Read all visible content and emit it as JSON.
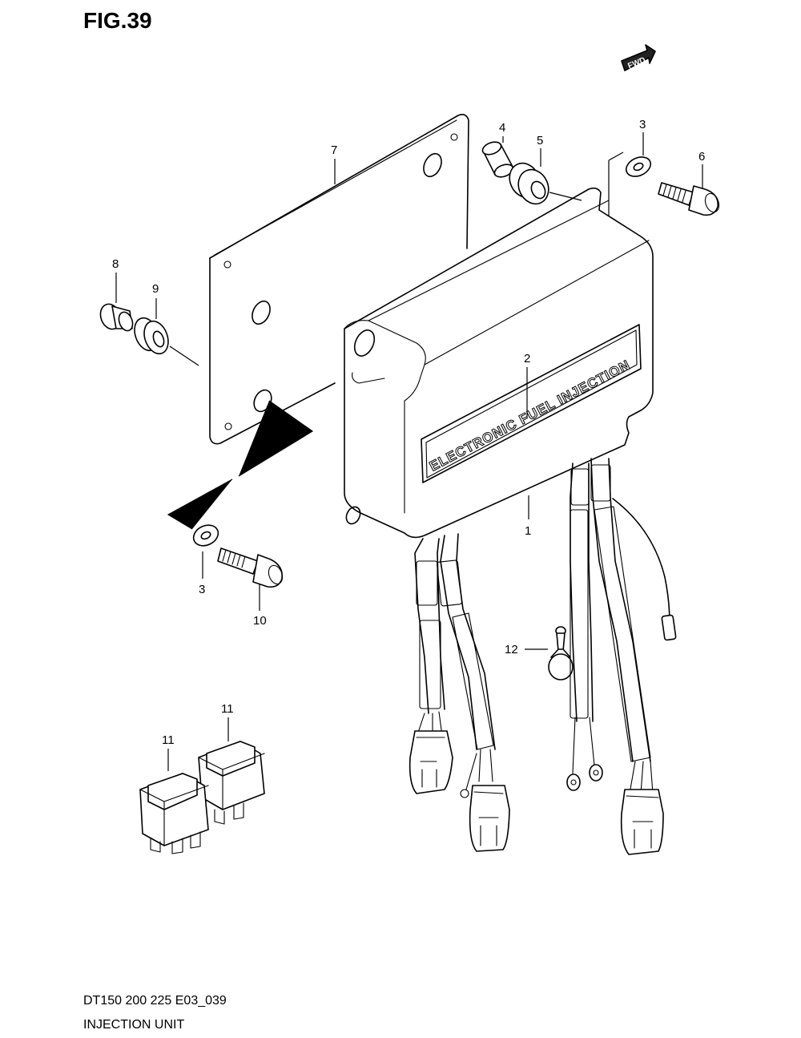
{
  "figure": {
    "title": "FIG.39",
    "fwd_label": "FWD",
    "unit_label": "ELECTRONIC FUEL INJECTION"
  },
  "callouts": [
    {
      "id": "c1",
      "label": "1"
    },
    {
      "id": "c2",
      "label": "2"
    },
    {
      "id": "c3a",
      "label": "3"
    },
    {
      "id": "c3b",
      "label": "3"
    },
    {
      "id": "c4",
      "label": "4"
    },
    {
      "id": "c5",
      "label": "5"
    },
    {
      "id": "c6",
      "label": "6"
    },
    {
      "id": "c7",
      "label": "7"
    },
    {
      "id": "c8",
      "label": "8"
    },
    {
      "id": "c9",
      "label": "9"
    },
    {
      "id": "c10",
      "label": "10"
    },
    {
      "id": "c11a",
      "label": "11"
    },
    {
      "id": "c11b",
      "label": "11"
    },
    {
      "id": "c12",
      "label": "12"
    }
  ],
  "footer": {
    "model_code": "DT150 200 225 E03_039",
    "section_name": "INJECTION UNIT"
  }
}
